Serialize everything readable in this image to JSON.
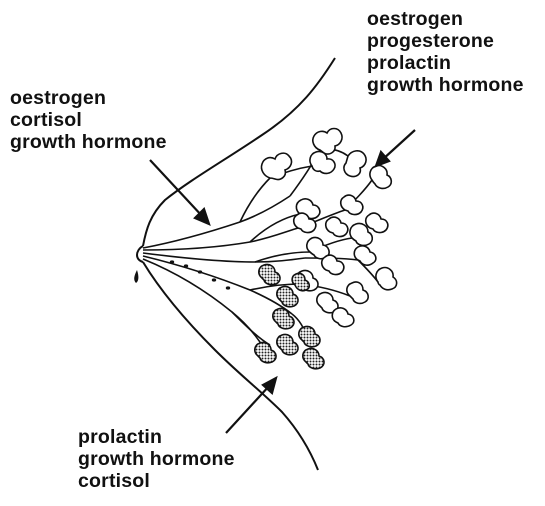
{
  "labels": {
    "top_right": [
      "oestrogen",
      "progesterone",
      "prolactin",
      "growth hormone"
    ],
    "left": [
      "oestrogen",
      "cortisol",
      "growth hormone"
    ],
    "bottom": [
      "prolactin",
      "growth hormone",
      "cortisol"
    ]
  },
  "colors": {
    "ink": "#111111",
    "background": "#ffffff",
    "shaded_alveoli": "#7a7a7a"
  }
}
